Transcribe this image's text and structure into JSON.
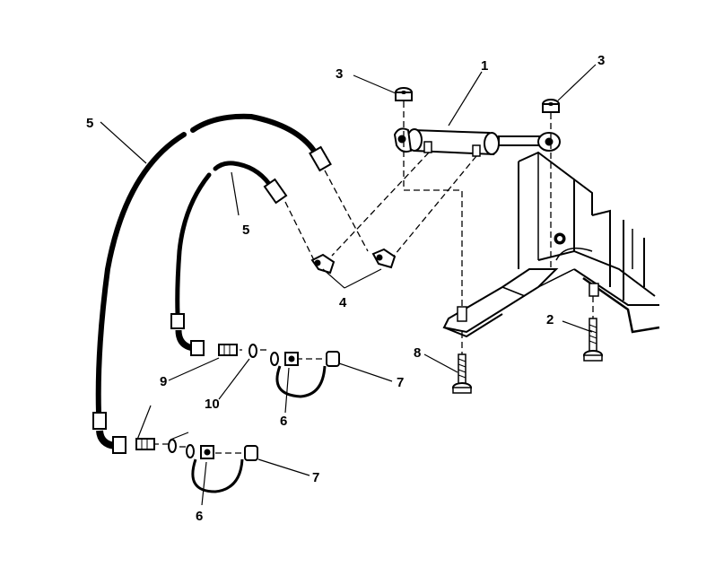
{
  "callouts": {
    "c1": "1",
    "c2": "2",
    "c3_left": "3",
    "c3_right": "3",
    "c4": "4",
    "c5_outer": "5",
    "c5_inner": "5",
    "c6_upper": "6",
    "c6_lower": "6",
    "c7_upper": "7",
    "c7_lower": "7",
    "c8": "8",
    "c9": "9",
    "c10": "10"
  },
  "colors": {
    "ink": "#000000",
    "paper": "#ffffff"
  }
}
